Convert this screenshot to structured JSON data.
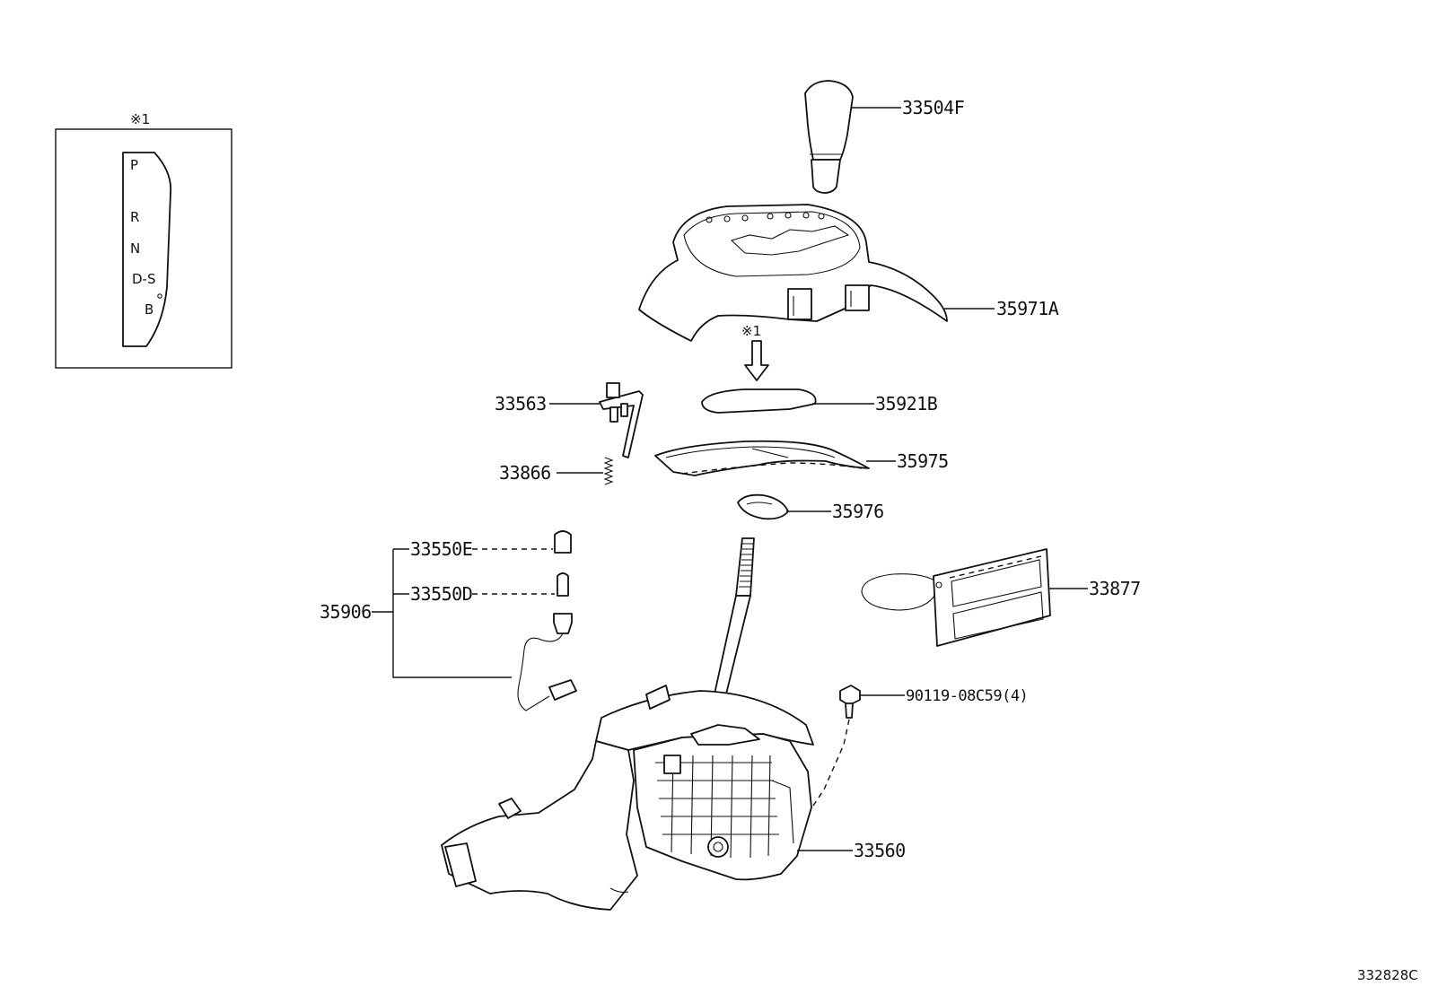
{
  "inset": {
    "marker": "※1",
    "positions": [
      "P",
      "R",
      "N",
      "D-S",
      "B"
    ]
  },
  "labels": {
    "p33504F": "33504F",
    "p35971A": "35971A",
    "marker_arrow": "※1",
    "p33563": "33563",
    "p35921B": "35921B",
    "p33866": "33866",
    "p35975": "35975",
    "p35976": "35976",
    "p33550E": "33550E",
    "p33550D": "33550D",
    "p35906": "35906",
    "p33877": "33877",
    "p90119": "90119-08C59(4)",
    "p33560": "33560"
  },
  "diagram_ref": "332828C"
}
